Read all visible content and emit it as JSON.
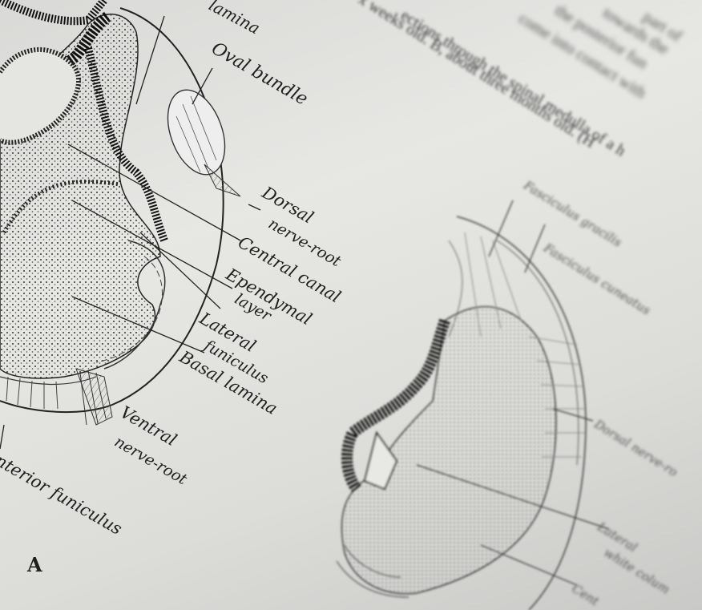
{
  "photo": {
    "subject": "open anatomy textbook page with spinal cord section drawings",
    "colors": {
      "paper": "#e3e3e0",
      "ink": "#1f1f1f",
      "shade": "#9a9a97"
    }
  },
  "figure_a": {
    "labels": {
      "lamina": "lamina",
      "oval_bundle": "Oval bundle",
      "dorsal": "Dorsal",
      "nerve_root_dorsal": "nerve-root",
      "central_canal": "Central canal",
      "ependymal": "Ependymal",
      "layer": "layer",
      "lateral": "Lateral",
      "funiculus": "funiculus",
      "basal_lamina": "Basal lamina",
      "ventral": "Ventral",
      "nerve_root_ventral": "nerve-root",
      "anterior_funiculus": "nterior funiculus",
      "letter": "A"
    }
  },
  "figure_b": {
    "labels": {
      "fasciculus_gracilis": "Fasciculus gracilis",
      "fasciculus_cuneatus": "Fasciculus cuneatus",
      "dorsal_nerve": "Dorsal nerve-ro",
      "lateral": "Lateral",
      "white_column": "white colum",
      "cut": "Cent"
    }
  },
  "caption": {
    "line1": "ections through the spinal medulla of a h",
    "line2": "x weeks old.  B, about three months old.  (H",
    "line3": "come into contact with",
    "line4": "the posterior fun",
    "line5": "towards the",
    "line6": "part of"
  }
}
